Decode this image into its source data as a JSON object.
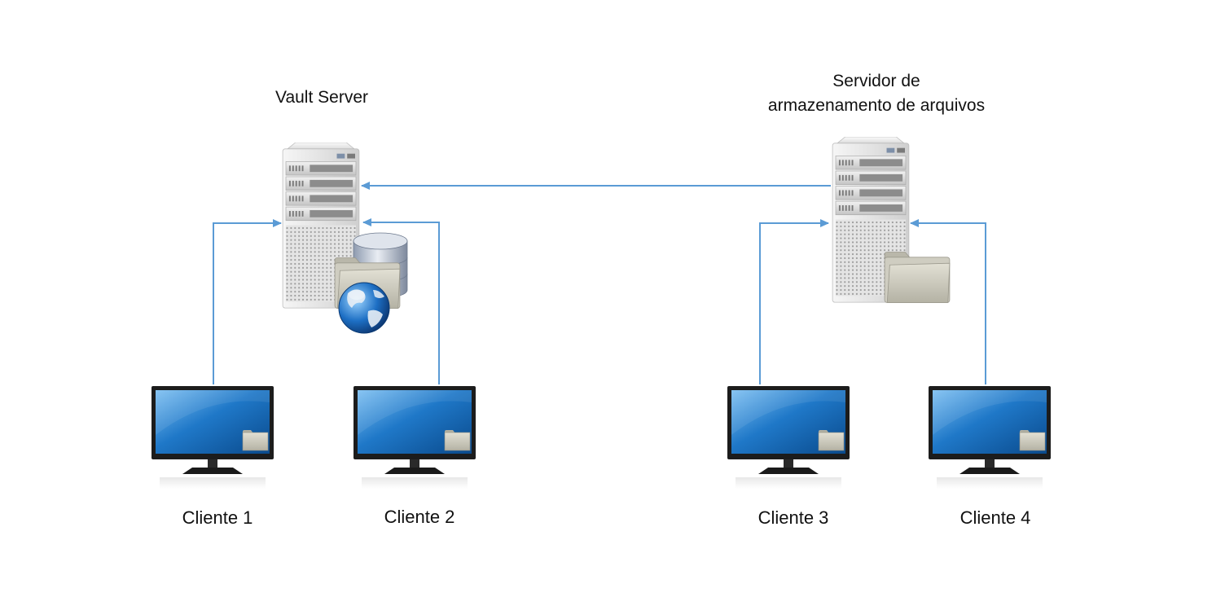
{
  "servers": {
    "vault": {
      "label": "Vault Server"
    },
    "storage": {
      "label_line1": "Servidor de",
      "label_line2": "armazenamento de arquivos"
    }
  },
  "clients": [
    {
      "label": "Cliente 1"
    },
    {
      "label": "Cliente 2"
    },
    {
      "label": "Cliente 3"
    },
    {
      "label": "Cliente 4"
    }
  ],
  "icons": {
    "server": "server-tower-icon",
    "database": "database-icon",
    "folder": "folder-icon",
    "globe": "globe-icon",
    "monitor": "monitor-icon"
  },
  "colors": {
    "connector": "#5b9bd5",
    "screen_dark": "#0a4d90",
    "screen_light": "#6fb2ea",
    "folder": "#c9c7ba",
    "server_body": "#e6e6e6"
  }
}
